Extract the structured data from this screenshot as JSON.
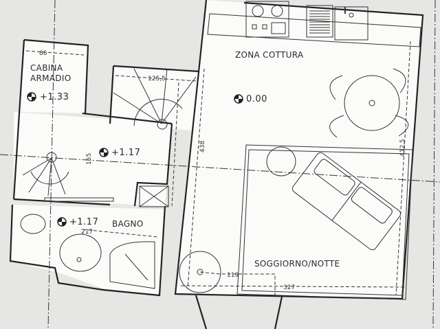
{
  "rooms": {
    "cabina_armadio": {
      "line1": "CABINA",
      "line2": "ARMADIO",
      "level": "+1.33",
      "dim": "86"
    },
    "stair_landing": {
      "level": "+1.17",
      "dim_stair": "125,5",
      "dim_vertical": "155"
    },
    "bagno": {
      "name": "BAGNO",
      "level": "+1.17",
      "dim": "217"
    },
    "zona_cottura": {
      "name": "ZONA COTTURA",
      "level": "0.00",
      "dim_vertical": "438"
    },
    "soggiorno_notte": {
      "name": "SOGGIORNO/NOTTE",
      "dim_width": "327",
      "dim_height": "412,5",
      "dim_light": "119"
    }
  },
  "colors": {
    "background": "#e6e6e4",
    "floor": "#fbfbfa",
    "lines": "#222222"
  }
}
